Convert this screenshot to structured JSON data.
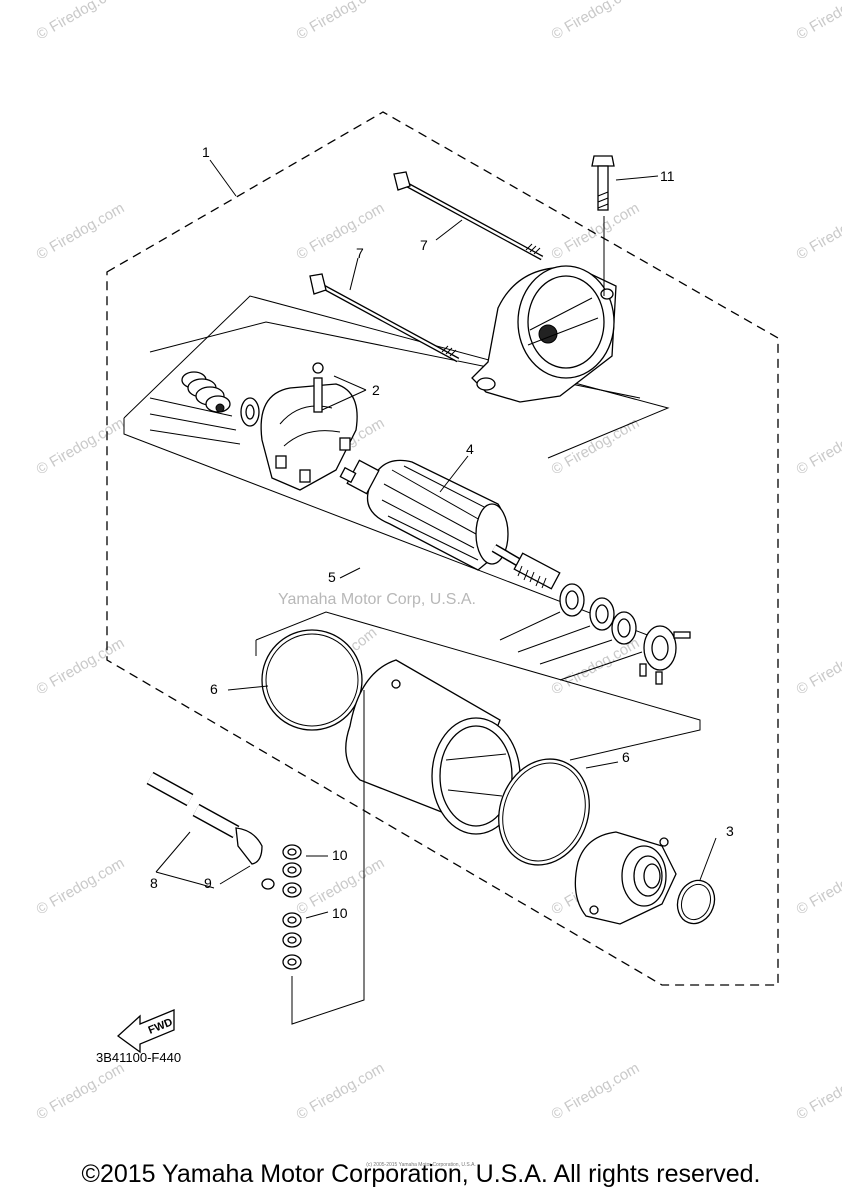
{
  "diagram": {
    "callouts": {
      "c1": "1",
      "c2": "2",
      "c3": "3",
      "c4": "4",
      "c5": "5",
      "c6a": "6",
      "c6b": "6",
      "c7a": "7",
      "c7b": "7",
      "c8": "8",
      "c9": "9",
      "c10a": "10",
      "c10b": "10",
      "c11": "11"
    },
    "fwd_label": "FWD",
    "drawing_code": "3B41100-F440",
    "center_watermark": "Yamaha Motor Corp, U.S.A.",
    "watermark": "© Firedog.com"
  },
  "footer": {
    "copyright": "©2015 Yamaha Motor Corporation, U.S.A. All rights reserved.",
    "tiny_note": "(c) 2005-2015 Yamaha Motor Corporation, U.S.A."
  }
}
